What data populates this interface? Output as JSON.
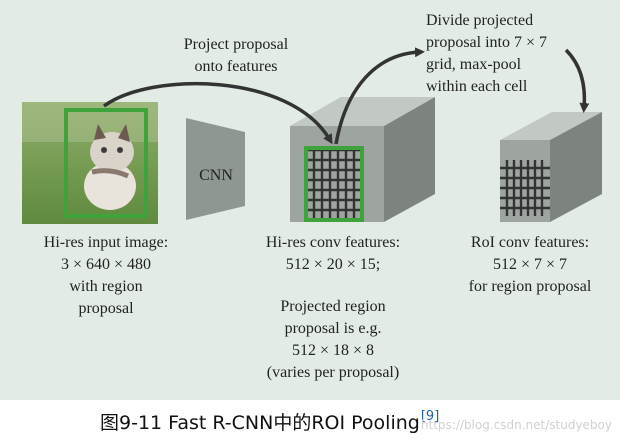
{
  "labels": {
    "project_note": [
      "Project proposal",
      "onto features"
    ],
    "divide_note": [
      "Divide projected",
      "proposal into 7 × 7",
      "grid, max-pool",
      "within each cell"
    ],
    "cnn": "CNN",
    "input_caption": [
      "Hi-res input image:",
      "3 × 640 × 480",
      "with region",
      "proposal"
    ],
    "conv_caption": [
      "Hi-res conv features:",
      "512 × 20 × 15;"
    ],
    "projected_caption": [
      "Projected region",
      "proposal is e.g.",
      "512 × 18 × 8",
      "(varies per proposal)"
    ],
    "roi_caption": [
      "RoI conv features:",
      "512 × 7 × 7",
      "for region proposal"
    ]
  },
  "caption": {
    "text": "图9-11    Fast R-CNN中的ROI Pooling",
    "ref": "[9]"
  },
  "watermark": "https://blog.csdn.net/studyeboy",
  "colors": {
    "panel": "#e3ece4",
    "box_front": "#9ea5a0",
    "box_top": "#c2c8c3",
    "box_side": "#7d847f",
    "grid": "#333333",
    "proposal": "#3fa33b"
  }
}
